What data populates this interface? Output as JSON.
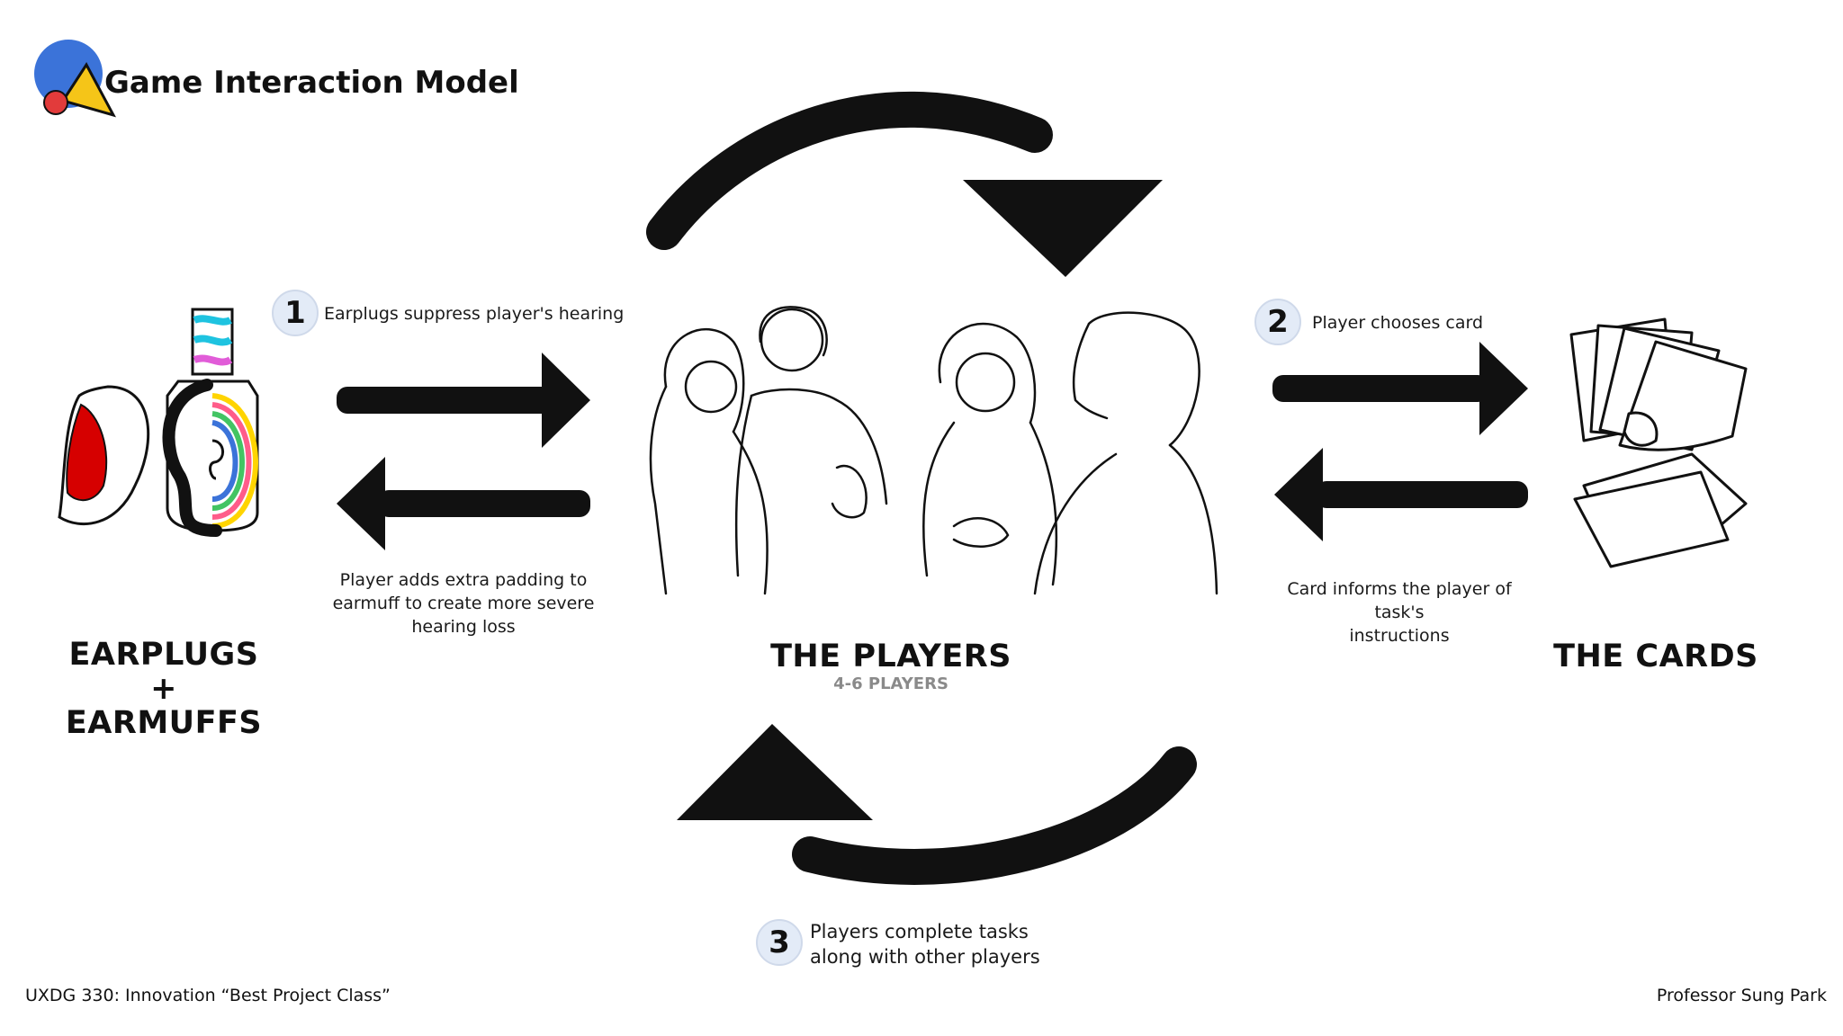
{
  "header": {
    "title": "Game Interaction Model"
  },
  "steps": [
    {
      "number": "1",
      "caption": "Earplugs suppress player's hearing"
    },
    {
      "number": "2",
      "caption": "Player chooses card"
    },
    {
      "number": "3",
      "caption_line1": "Players complete tasks",
      "caption_line2": "along with other players"
    }
  ],
  "return_captions": {
    "earmuff_line1": "Player adds extra padding to",
    "earmuff_line2": "earmuff to create more severe",
    "earmuff_line3": "hearing loss",
    "card_line1": "Card informs the player of task's",
    "card_line2": "instructions"
  },
  "labels": {
    "earplugs_line1": "EARPLUGS",
    "earplugs_plus": "+",
    "earplugs_line2": "EARMUFFS",
    "players": "THE PLAYERS",
    "players_sub": "4-6 PLAYERS",
    "cards": "THE CARDS"
  },
  "footer": {
    "left": "UXDG 330: Innovation “Best Project Class”",
    "right": "Professor Sung Park"
  },
  "icons": [
    "logo-icon",
    "ear-icon",
    "earmuff-icon",
    "players-illustration",
    "cards-icon"
  ],
  "colors": {
    "logo_blue": "#3b73d9",
    "logo_yellow": "#f5c518",
    "logo_red": "#e23b3b",
    "earplug_red": "#d60000",
    "badge_bg": "#e3ebf7"
  }
}
